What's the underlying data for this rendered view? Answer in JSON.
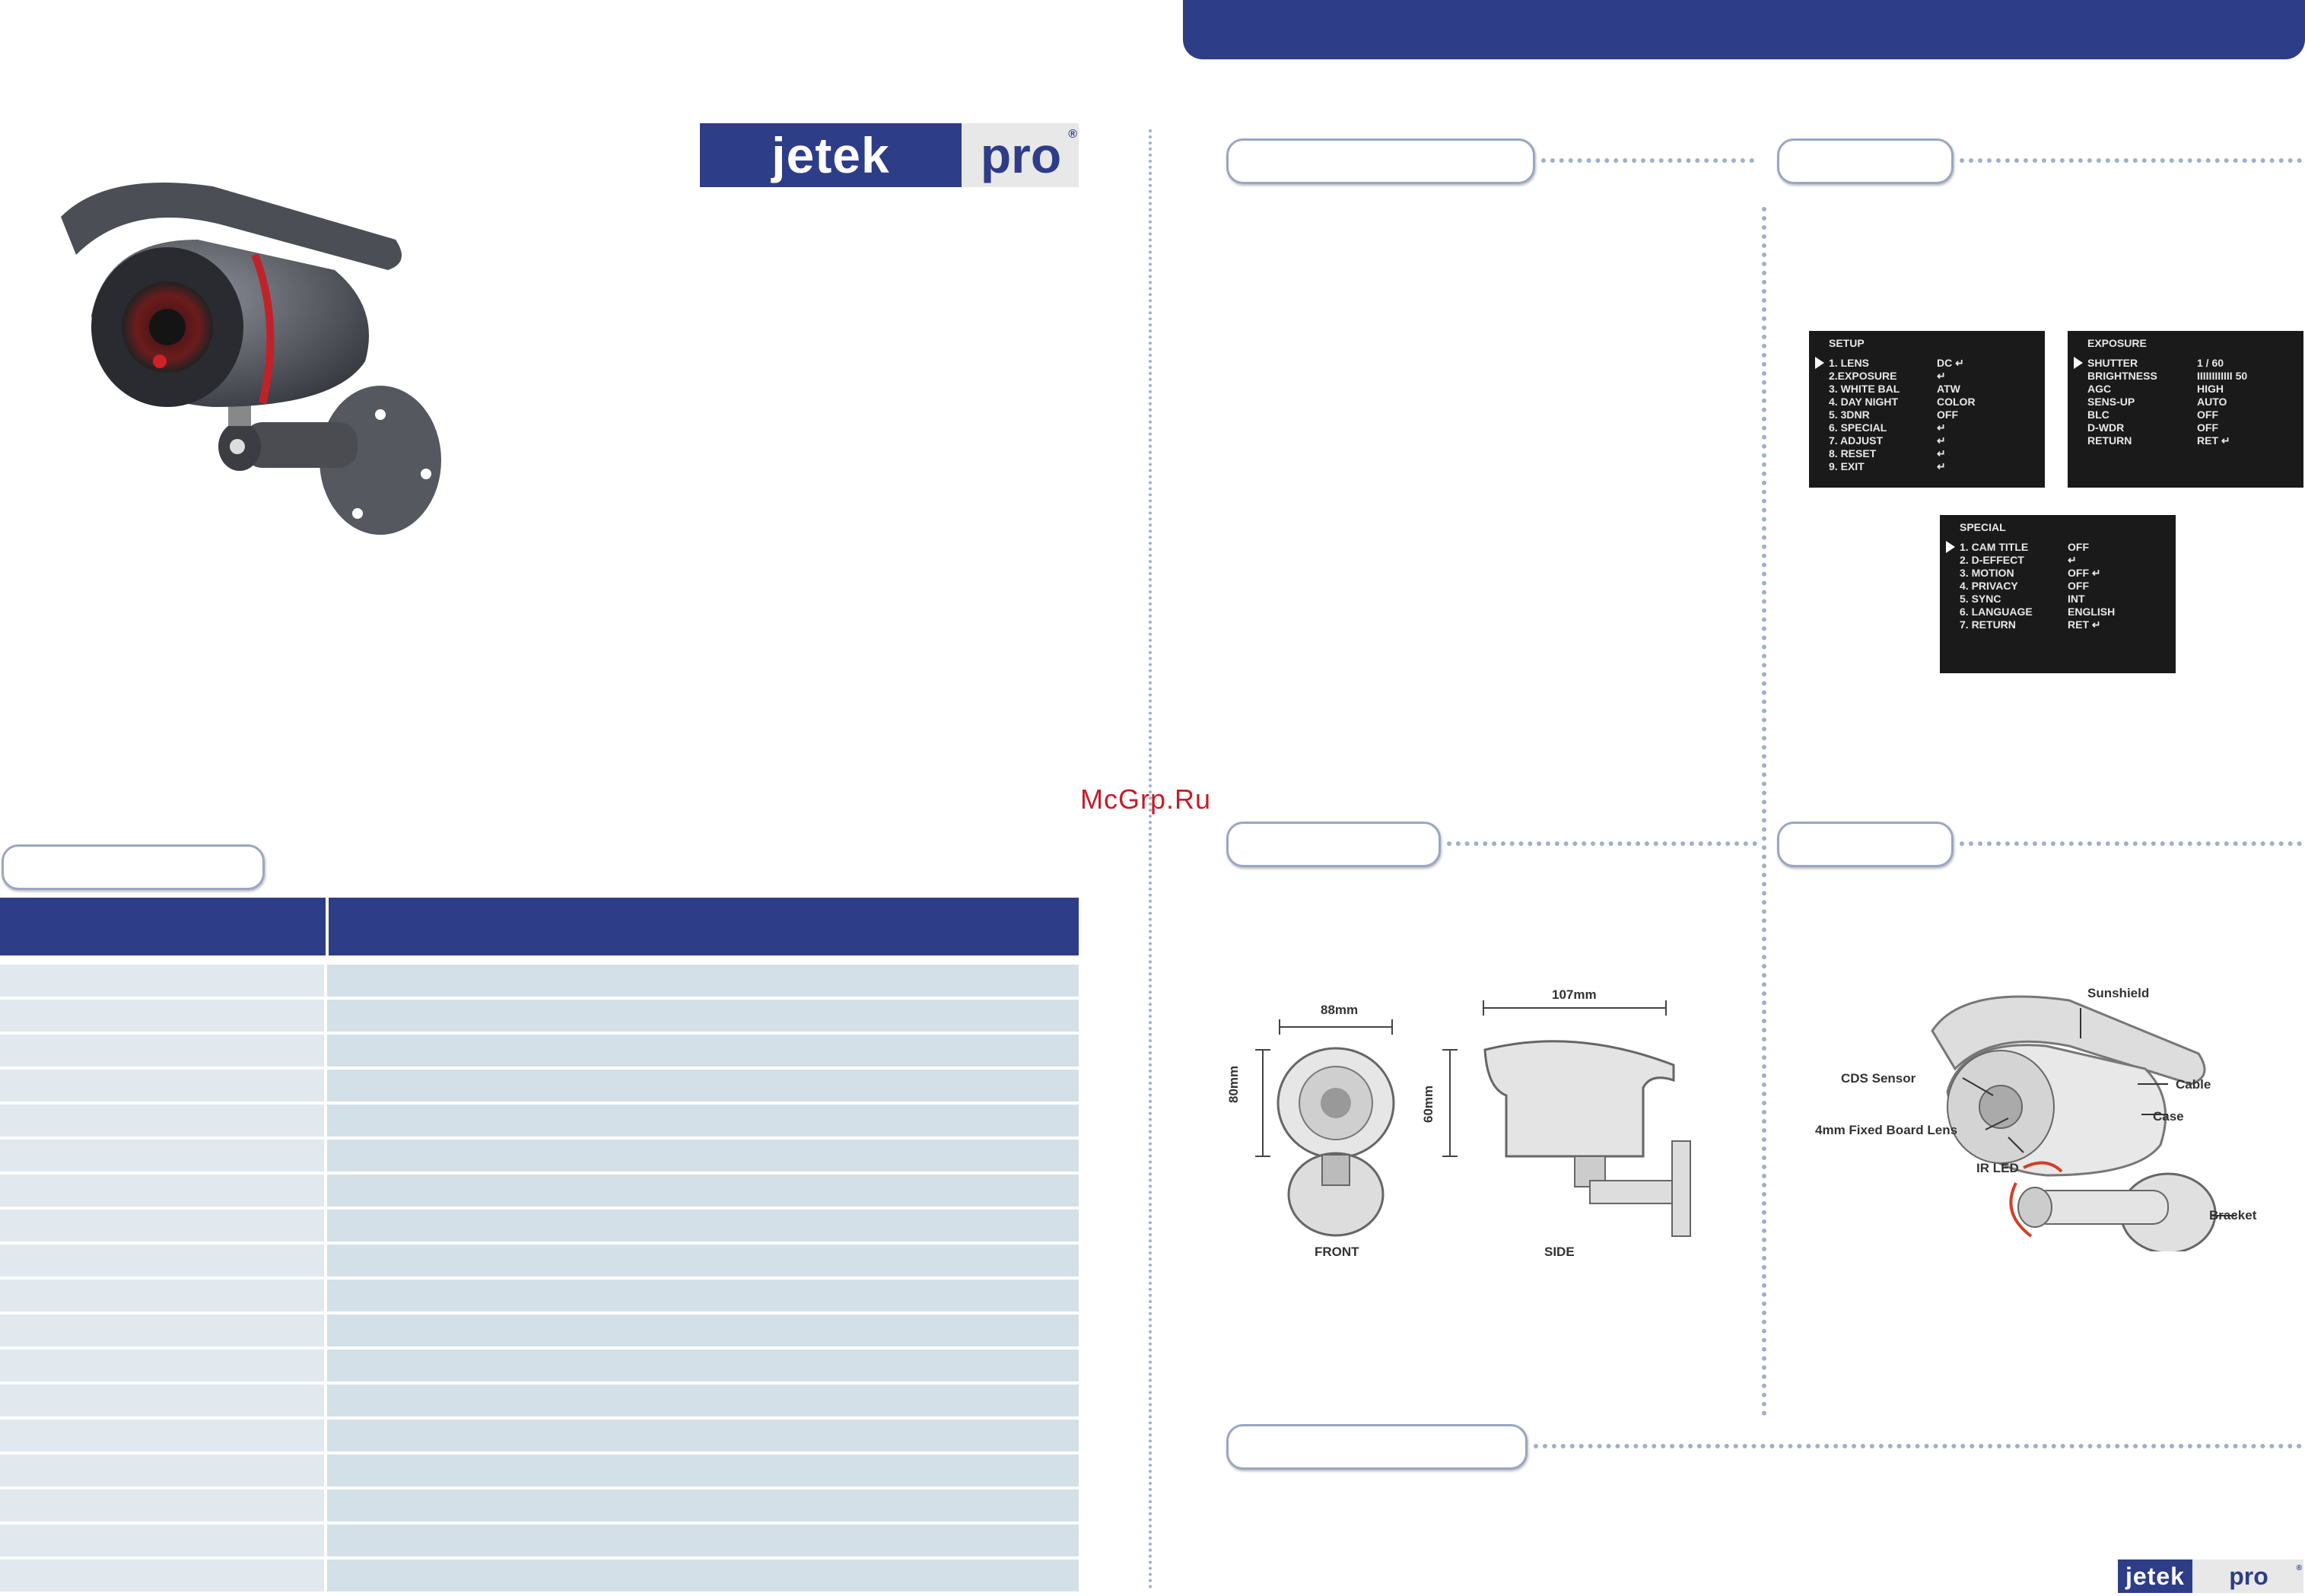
{
  "brand": {
    "logo_part1": "Jetek",
    "logo_part2": "pro",
    "logo_mark": "®"
  },
  "watermark": "McGrp.Ru",
  "spec_table": {
    "header_left": "",
    "header_right": "",
    "row_count": 18
  },
  "osd": {
    "setup": {
      "title": "SETUP",
      "items": [
        {
          "label": "1. LENS",
          "value": "DC ↵"
        },
        {
          "label": "2.EXPOSURE",
          "value": "↵"
        },
        {
          "label": "3. WHITE BAL",
          "value": "ATW"
        },
        {
          "label": "4. DAY NIGHT",
          "value": "COLOR"
        },
        {
          "label": "5. 3DNR",
          "value": "OFF"
        },
        {
          "label": "6. SPECIAL",
          "value": "↵"
        },
        {
          "label": "7. ADJUST",
          "value": "↵"
        },
        {
          "label": "8. RESET",
          "value": "↵"
        },
        {
          "label": "9. EXIT",
          "value": "↵"
        }
      ]
    },
    "exposure": {
      "title": "EXPOSURE",
      "items": [
        {
          "label": "SHUTTER",
          "value": "1 / 60"
        },
        {
          "label": "BRIGHTNESS",
          "value": "IIIIIIIIIIII 50"
        },
        {
          "label": "AGC",
          "value": "HIGH"
        },
        {
          "label": "SENS-UP",
          "value": "AUTO"
        },
        {
          "label": "BLC",
          "value": "OFF"
        },
        {
          "label": "D-WDR",
          "value": "OFF"
        },
        {
          "label": "RETURN",
          "value": "RET ↵"
        }
      ]
    },
    "special": {
      "title": "SPECIAL",
      "items": [
        {
          "label": "1. CAM TITLE",
          "value": "OFF"
        },
        {
          "label": "2. D-EFFECT",
          "value": "↵"
        },
        {
          "label": "3. MOTION",
          "value": "OFF ↵"
        },
        {
          "label": "4. PRIVACY",
          "value": "OFF"
        },
        {
          "label": "5. SYNC",
          "value": "INT"
        },
        {
          "label": "6. LANGUAGE",
          "value": "ENGLISH"
        },
        {
          "label": "7. RETURN",
          "value": "RET ↵"
        }
      ]
    }
  },
  "dimensions": {
    "width": "88mm",
    "length": "107mm",
    "front_height": "80mm",
    "side_height": "60mm",
    "front_caption": "FRONT",
    "side_caption": "SIDE"
  },
  "parts": {
    "sunshield": "Sunshield",
    "cds": "CDS Sensor",
    "cable": "Cable",
    "case": "Case",
    "lens": "4mm Fixed Board Lens",
    "irled": "IR LED",
    "bracket": "Bracket"
  },
  "colors": {
    "brand_blue": "#2e3d87",
    "table_light": "#e1e8ee",
    "table_mid": "#d3e0e8",
    "watermark_red": "#c41e2a"
  }
}
